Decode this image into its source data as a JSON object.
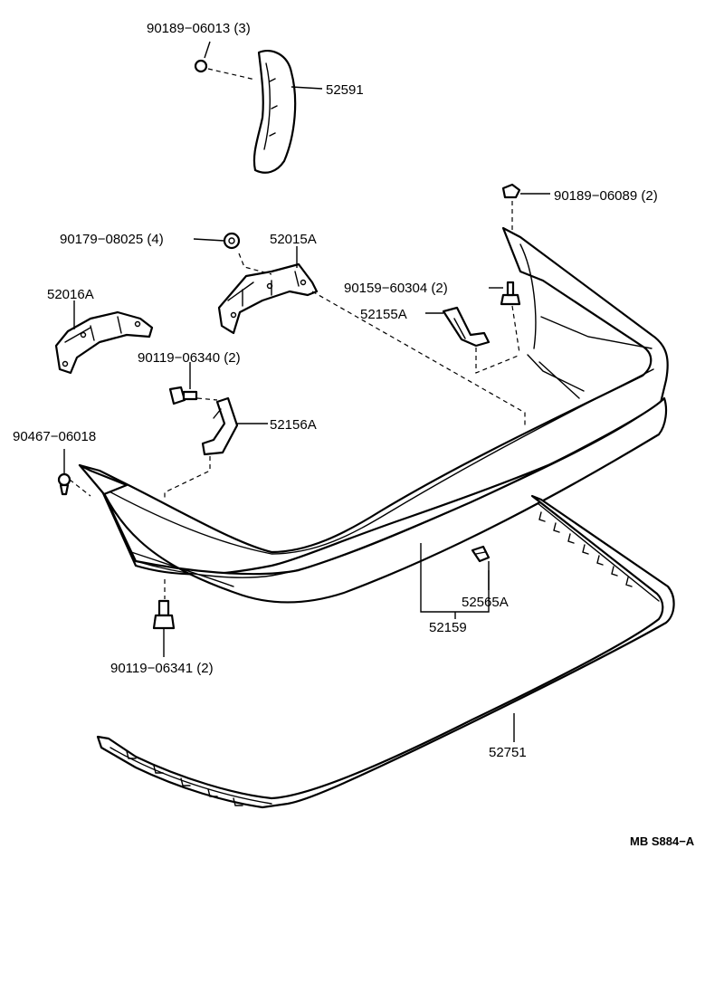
{
  "callouts": [
    {
      "id": "c1",
      "text": "90189−06013 (3)"
    },
    {
      "id": "c2",
      "text": "52591"
    },
    {
      "id": "c3",
      "text": "90189−06089 (2)"
    },
    {
      "id": "c4",
      "text": "90179−08025 (4)"
    },
    {
      "id": "c5",
      "text": "52015A"
    },
    {
      "id": "c6",
      "text": "52016A"
    },
    {
      "id": "c7",
      "text": "90159−60304 (2)"
    },
    {
      "id": "c8",
      "text": "52155A"
    },
    {
      "id": "c9",
      "text": "90119−06340 (2)"
    },
    {
      "id": "c10",
      "text": "52156A"
    },
    {
      "id": "c11",
      "text": "90467−06018"
    },
    {
      "id": "c12",
      "text": "52565A"
    },
    {
      "id": "c13",
      "text": "52159"
    },
    {
      "id": "c14",
      "text": "90119−06341 (2)"
    },
    {
      "id": "c15",
      "text": "52751"
    }
  ],
  "diagram_code": "MB S884−A",
  "parts": [
    {
      "name": "rear-bumper-cover",
      "callout": "52159"
    },
    {
      "name": "bumper-side-retainer",
      "callout": "52591"
    },
    {
      "name": "bumper-reinforcement-bracket-rh",
      "callout": "52015A"
    },
    {
      "name": "bumper-reinforcement-bracket-lh",
      "callout": "52016A"
    },
    {
      "name": "bumper-side-support-rh",
      "callout": "52155A"
    },
    {
      "name": "bumper-side-support-lh",
      "callout": "52156A"
    },
    {
      "name": "bumper-clip",
      "callout": "52565A"
    },
    {
      "name": "bumper-molding",
      "callout": "52751"
    }
  ]
}
